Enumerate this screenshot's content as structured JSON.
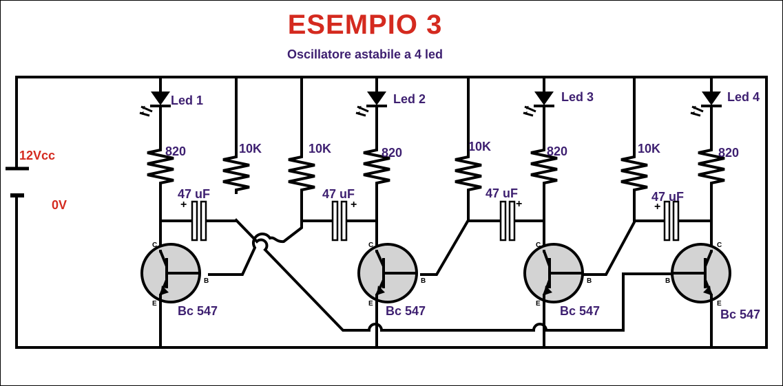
{
  "title": "ESEMPIO 3",
  "subtitle": "Oscillatore astabile a 4 led",
  "supply": {
    "positive": "12Vcc",
    "negative": "0V"
  },
  "leds": [
    "Led 1",
    "Led 2",
    "Led 3",
    "Led 4"
  ],
  "collector_resistors": [
    "820",
    "820",
    "820",
    "820"
  ],
  "base_resistors": [
    "10K",
    "10K",
    "10K",
    "10K"
  ],
  "capacitors": [
    "47 uF",
    "47 uF",
    "47 uF",
    "47 uF"
  ],
  "capacitor_polarity": "+",
  "transistors": [
    "Bc 547",
    "Bc 547",
    "Bc 547",
    "Bc 547"
  ],
  "pins": {
    "collector": "C",
    "base": "B",
    "emitter": "E"
  },
  "colors": {
    "title": "#d42a1f",
    "labels": "#3d1f70",
    "supply_labels": "#d42a1f",
    "transistor_fill": "#d3d3d3"
  }
}
